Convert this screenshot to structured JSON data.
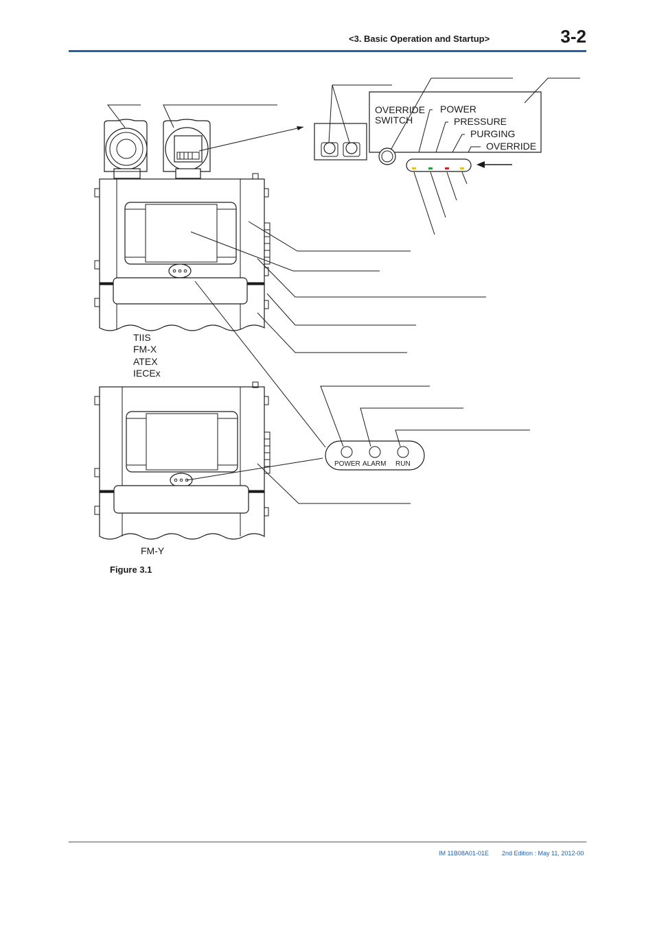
{
  "header": {
    "section_title": "<3.  Basic Operation and Startup>",
    "page_number": "3-2"
  },
  "figure": {
    "caption": "Figure 3.1",
    "indicator_panel": {
      "switch_label_line1": "OVERRIDE",
      "switch_label_line2": "SWITCH",
      "lamp_labels": [
        "POWER",
        "PRESSURE",
        "PURGING",
        "OVERRIDE"
      ],
      "lamp_colors": [
        "#e8c020",
        "#22a040",
        "#d02020",
        "#e8c020"
      ]
    },
    "status_panel": {
      "labels": [
        "POWER",
        "ALARM",
        "RUN"
      ],
      "colors": [
        "#1fa84a",
        "#e0161c",
        "#1fa84a"
      ]
    },
    "upper_unit_labels": [
      "TIIS",
      "FM-X",
      "ATEX",
      "IECEx"
    ],
    "lower_unit_label": "FM-Y"
  },
  "footer": {
    "document_id": "IM 11B08A01-01E",
    "edition": "2nd Edition : May 11, 2012-00"
  }
}
